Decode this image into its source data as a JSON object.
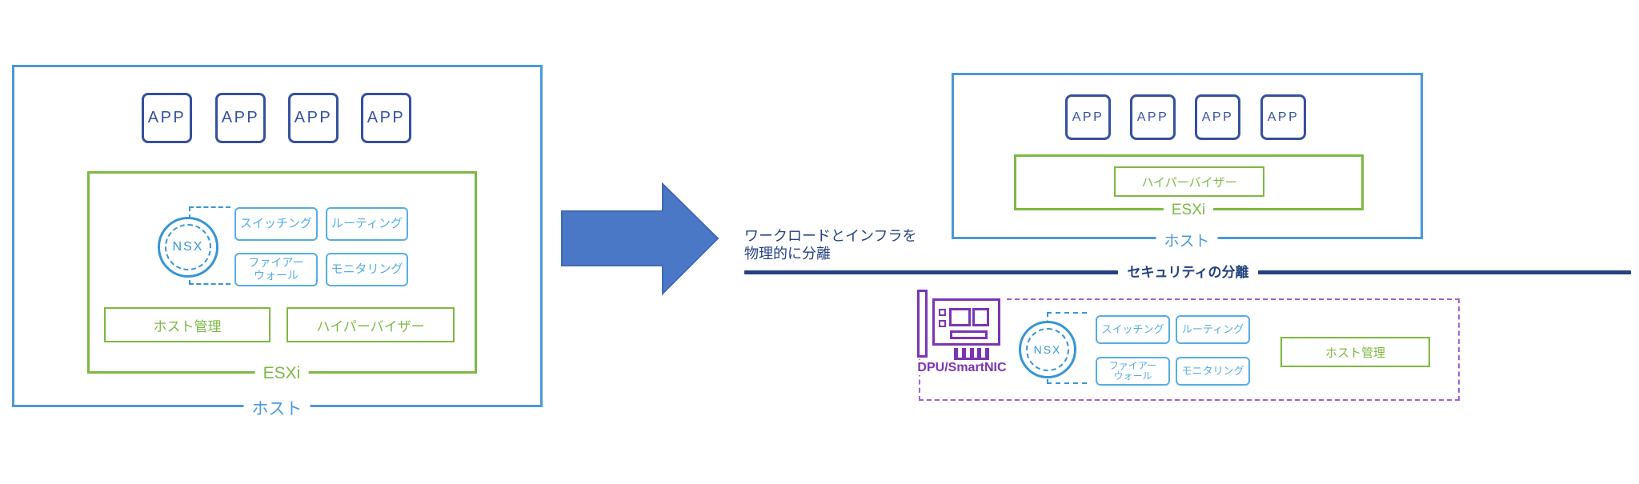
{
  "left_host": {
    "label": "ホスト",
    "apps": [
      "APP",
      "APP",
      "APP",
      "APP"
    ],
    "esxi": {
      "label": "ESXi",
      "nsx": "NSX",
      "services": [
        [
          "スイッチング"
        ],
        [
          "ルーティング"
        ],
        [
          "ファイアー",
          "ウォール"
        ],
        [
          "モニタリング"
        ]
      ],
      "management": "ホスト管理",
      "hypervisor": "ハイパーバイザー"
    }
  },
  "transition": {
    "caption": [
      "ワークロードとインフラを",
      "物理的に分離"
    ]
  },
  "security_separator": "セキュリティの分離",
  "right_host": {
    "label": "ホスト",
    "apps": [
      "APP",
      "APP",
      "APP",
      "APP"
    ],
    "esxi": {
      "label": "ESXi",
      "hypervisor": "ハイパーバイザー"
    }
  },
  "dpu": {
    "label": "DPU/SmartNIC",
    "nsx": "NSX",
    "services": [
      [
        "スイッチング"
      ],
      [
        "ルーティング"
      ],
      [
        "ファイアー",
        "ウォール"
      ],
      [
        "モニタリング"
      ]
    ],
    "management": "ホスト管理"
  },
  "colors": {
    "blue": "#4a99d8",
    "navy": "#35509f",
    "green": "#7db843",
    "lightblue": "#56aee2",
    "nsxblue": "#3596d5",
    "darknavy": "#24427f",
    "purple": "#7b35b3",
    "purple_light": "#a55fd5",
    "arrow_fill": "#4a78c7",
    "arrow_stroke": "#3f69b4"
  }
}
